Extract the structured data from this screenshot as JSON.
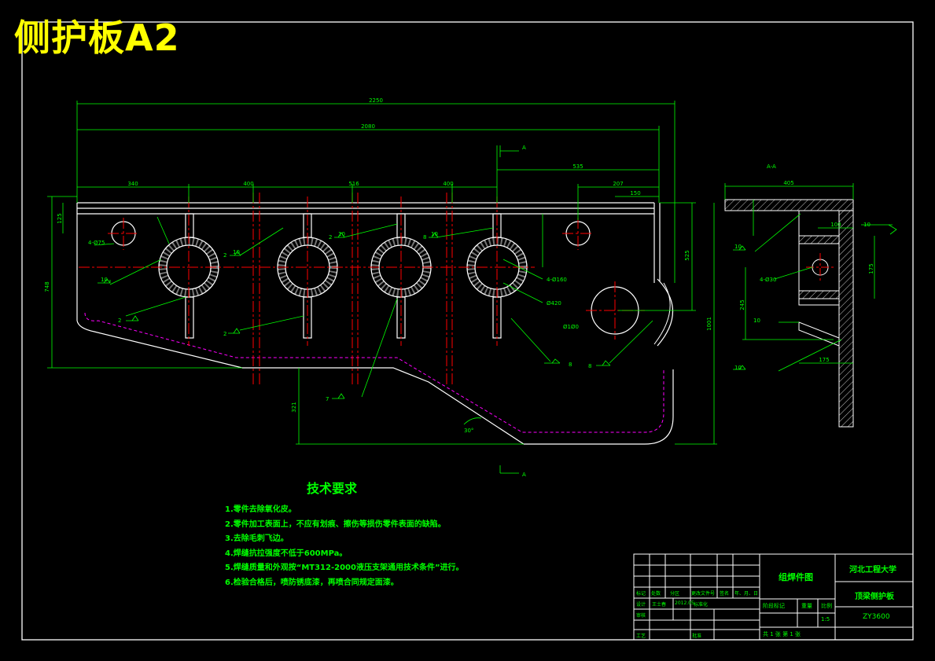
{
  "header": {
    "title": "侧护板A2"
  },
  "tech_requirements": {
    "title": "技术要求",
    "items": [
      "1.零件去除氧化皮。",
      "2.零件加工表面上，不应有划痕、擦伤等损伤零件表面的缺陷。",
      "3.去除毛刺飞边。",
      "4.焊缝抗拉强度不低于600MPa。",
      "5.焊缝质量和外观按“MT312-2000液压支架通用技术条件”进行。",
      "6.检验合格后，喷防锈底漆，再喷合同规定面漆。"
    ]
  },
  "section_label": {
    "view": "A-A",
    "mark": "A"
  },
  "dimensions": {
    "top_overall": "2250",
    "top_second": "2080",
    "left_seg": "340",
    "seg_b": "400",
    "seg_c": "516",
    "seg_d": "400",
    "right_a": "535",
    "right_b": "207",
    "right_c": "150",
    "left_vert": "748",
    "left_small": "125",
    "right_vert": "1001",
    "right_vert2": "525",
    "bottom_vert": "321",
    "angle": "30°",
    "hole_left": "4-Ø75",
    "hole_big": "4-Ø160",
    "hole_r": "Ø420",
    "hole_right": "Ø1Ø0",
    "sec_top": "405",
    "sec_right": "100",
    "sec_side": "175",
    "sec_mid": "245",
    "sec_bot": "175",
    "sec_hole": "4-Ø30"
  },
  "welds": {
    "w10": "10",
    "w2": "2",
    "w8": "8",
    "w7": "7"
  },
  "title_block": {
    "drawing_type": "组焊件图",
    "school": "河北工程大学",
    "part_name": "顶梁侧护板",
    "model": "ZY3600",
    "scale": "1:5",
    "stage_label": "阶段标记",
    "weight_label": "重量",
    "scale_label": "比例",
    "sheet_info": "共 1 张  第 1 张",
    "rev_headers": [
      "标记",
      "处数",
      "分区",
      "更改文件号",
      "签名",
      "年、月、日"
    ],
    "design_label": "设计",
    "designer": "王士春",
    "design_date": "2012.05",
    "standard_label": "标准化",
    "review_label": "审核",
    "process_label": "工艺",
    "approve_label": "批准"
  },
  "colors": {
    "outline": "#ffffff",
    "dim": "#00ff00",
    "center": "#ff0000",
    "hidden": "#ff00ff",
    "title": "#ffff00"
  }
}
